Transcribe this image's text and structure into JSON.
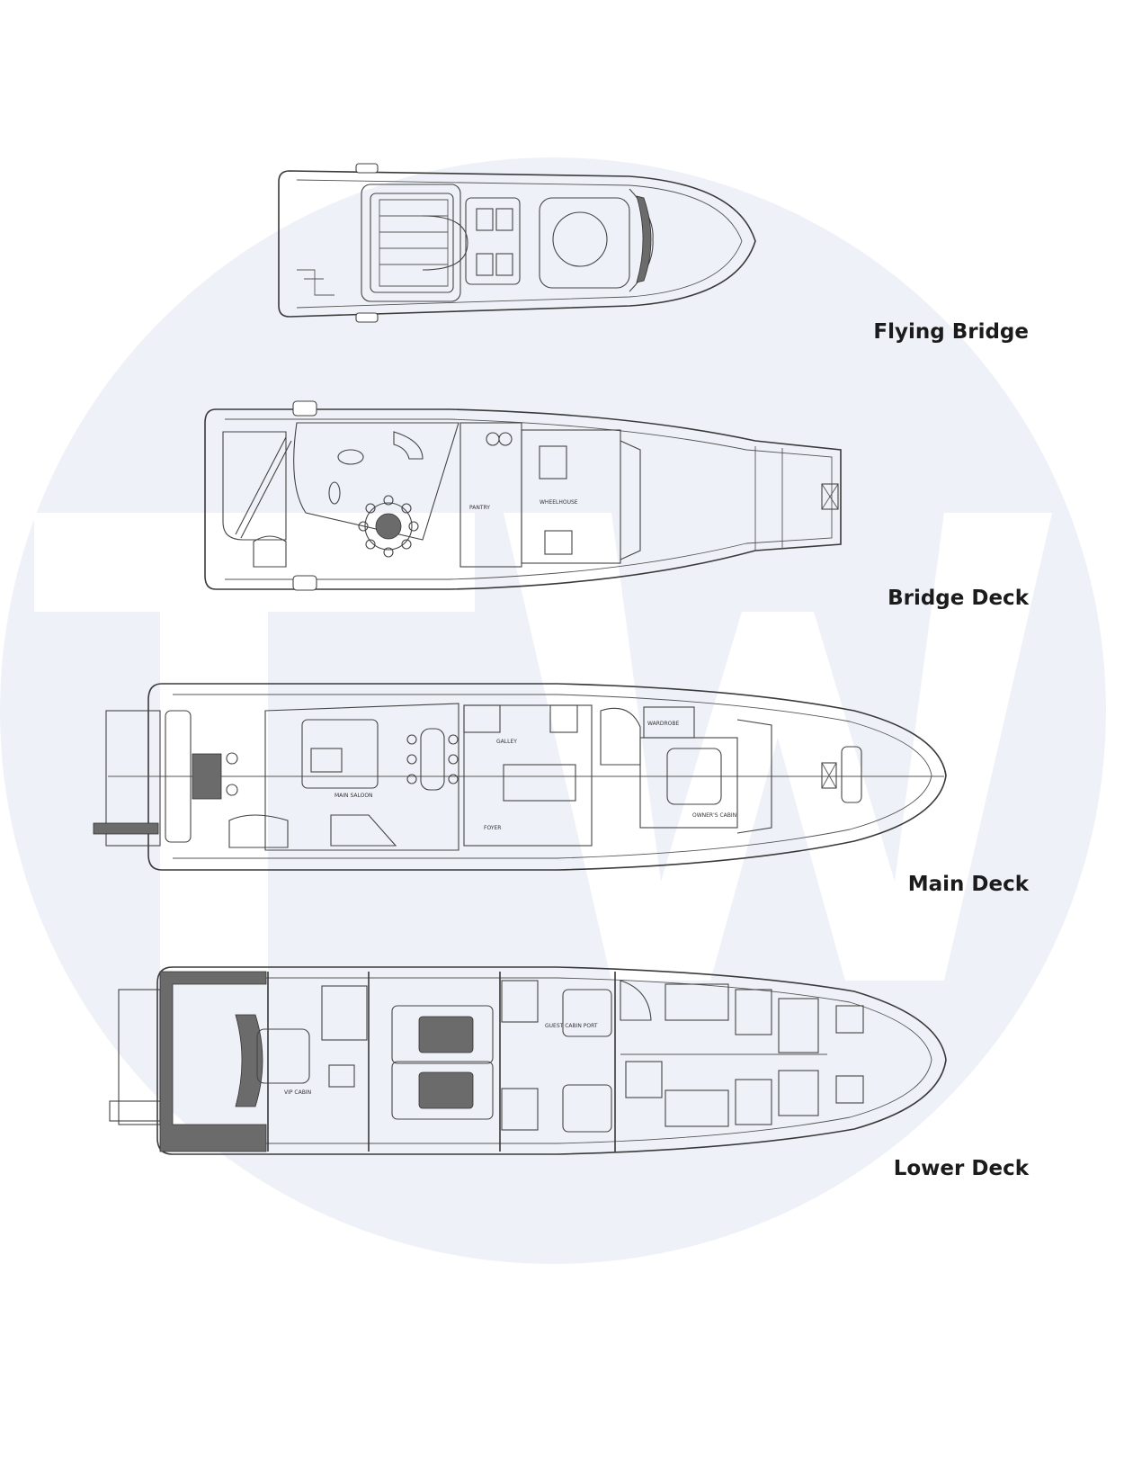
{
  "watermark": {
    "monogram": "TW",
    "circle_color": "#eef2f8",
    "letter_color": "#ffffff"
  },
  "colors": {
    "line": "#3a3a3a",
    "label": "#1b1b1b",
    "hatch": "#6b6b6b"
  },
  "decks": [
    {
      "label": "Flying Bridge",
      "rooms": []
    },
    {
      "label": "Bridge Deck",
      "rooms": [
        "PANTRY",
        "WHEELHOUSE"
      ]
    },
    {
      "label": "Main Deck",
      "rooms": [
        "MAIN SALOON",
        "GALLEY",
        "FOYER",
        "WARDROBE",
        "OWNER'S CABIN"
      ]
    },
    {
      "label": "Lower Deck",
      "rooms": [
        "VIP CABIN",
        "GUEST CABIN PORT"
      ]
    }
  ]
}
